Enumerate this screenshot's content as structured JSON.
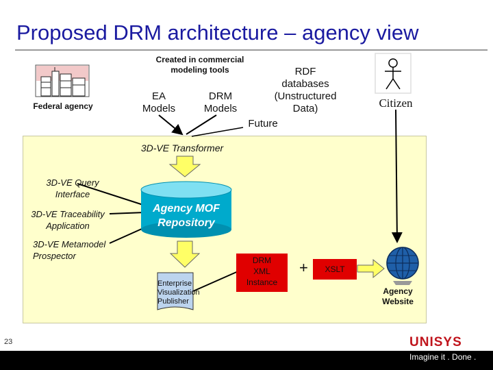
{
  "slide": {
    "title": "Proposed DRM architecture – agency view",
    "page_number": "23"
  },
  "sources": {
    "federal_agency": "Federal agency",
    "commercial_tools_caption": "Created in commercial\nmodeling tools",
    "ea_models": "EA\nModels",
    "drm_models": "DRM\nModels",
    "rdf_databases": "RDF\ndatabases\n(Unstructured\nData)",
    "future": "Future",
    "citizen": "Citizen"
  },
  "components": {
    "transformer": "3D-VE Transformer",
    "query_interface": "3D-VE Query\nInterface",
    "traceability_app": "3D-VE Traceability\nApplication",
    "metamodel_prospector": "3D-VE Metamodel\nProspector",
    "repository": "Agency MOF\nRepository",
    "publisher": "Enterprise\nVisualization\nPublisher",
    "drm_xml": "DRM\nXML\nInstance",
    "plus": "+",
    "xslt": "XSLT",
    "agency_website": "Agency\nWebsite"
  },
  "footer": {
    "brand": "UNISYS",
    "tagline": "Imagine it . Done ."
  },
  "colors": {
    "title": "#1a1aa0",
    "panel": "#ffffcc",
    "arrow_fill": "#ffff66",
    "repository_fill": "#00aacc",
    "red_box": "#e00000",
    "brand": "#c0141c"
  }
}
